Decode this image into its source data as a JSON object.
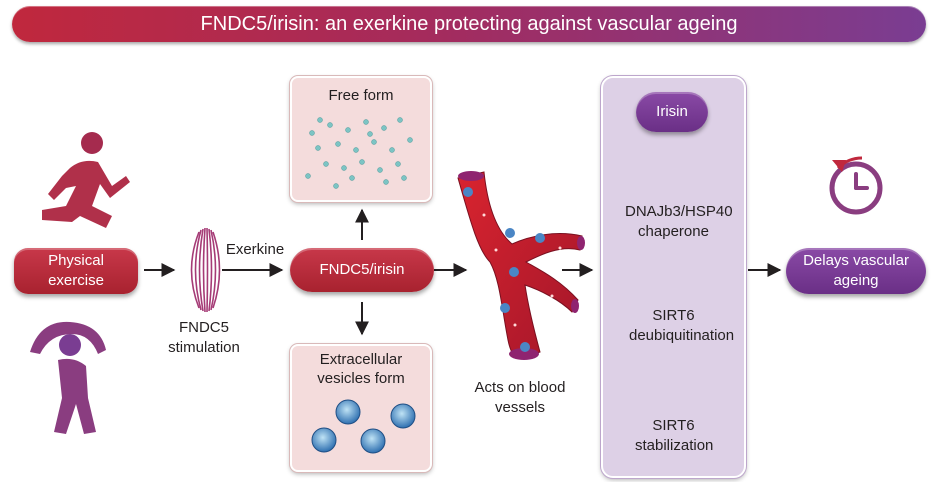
{
  "title": "FNDC5/irisin: an exerkine protecting against vascular ageing",
  "nodes": {
    "physical_exercise": "Physical exercise",
    "fndc5_stimulation": "FNDC5 stimulation",
    "exerkine": "Exerkine",
    "fndc5_irisin": "FNDC5/irisin",
    "free_form": "Free form",
    "extracellular_vesicles_form": "Extracellular vesicles form",
    "acts_on_blood_vessels": "Acts on blood vessels",
    "irisin": "Irisin",
    "dnajb3_hsp40": "DNAJb3/HSP40 chaperone",
    "sirt6_deubiquitination": "SIRT6 deubiquitination",
    "sirt6_stabilization": "SIRT6 stabilization",
    "delays_vascular_ageing": "Delays vascular ageing"
  },
  "colors": {
    "red": "#b02b3a",
    "purple": "#7a3d92",
    "pink_box": "#f4dcdc",
    "lavender_box": "#ddd0e6",
    "dot": "#7cc4c4",
    "vesicle": "#3b7fc0"
  },
  "icons": [
    "running-person-icon",
    "stretching-person-icon",
    "muscle-fibers-icon",
    "blood-vessel-icon",
    "clock-icon"
  ]
}
